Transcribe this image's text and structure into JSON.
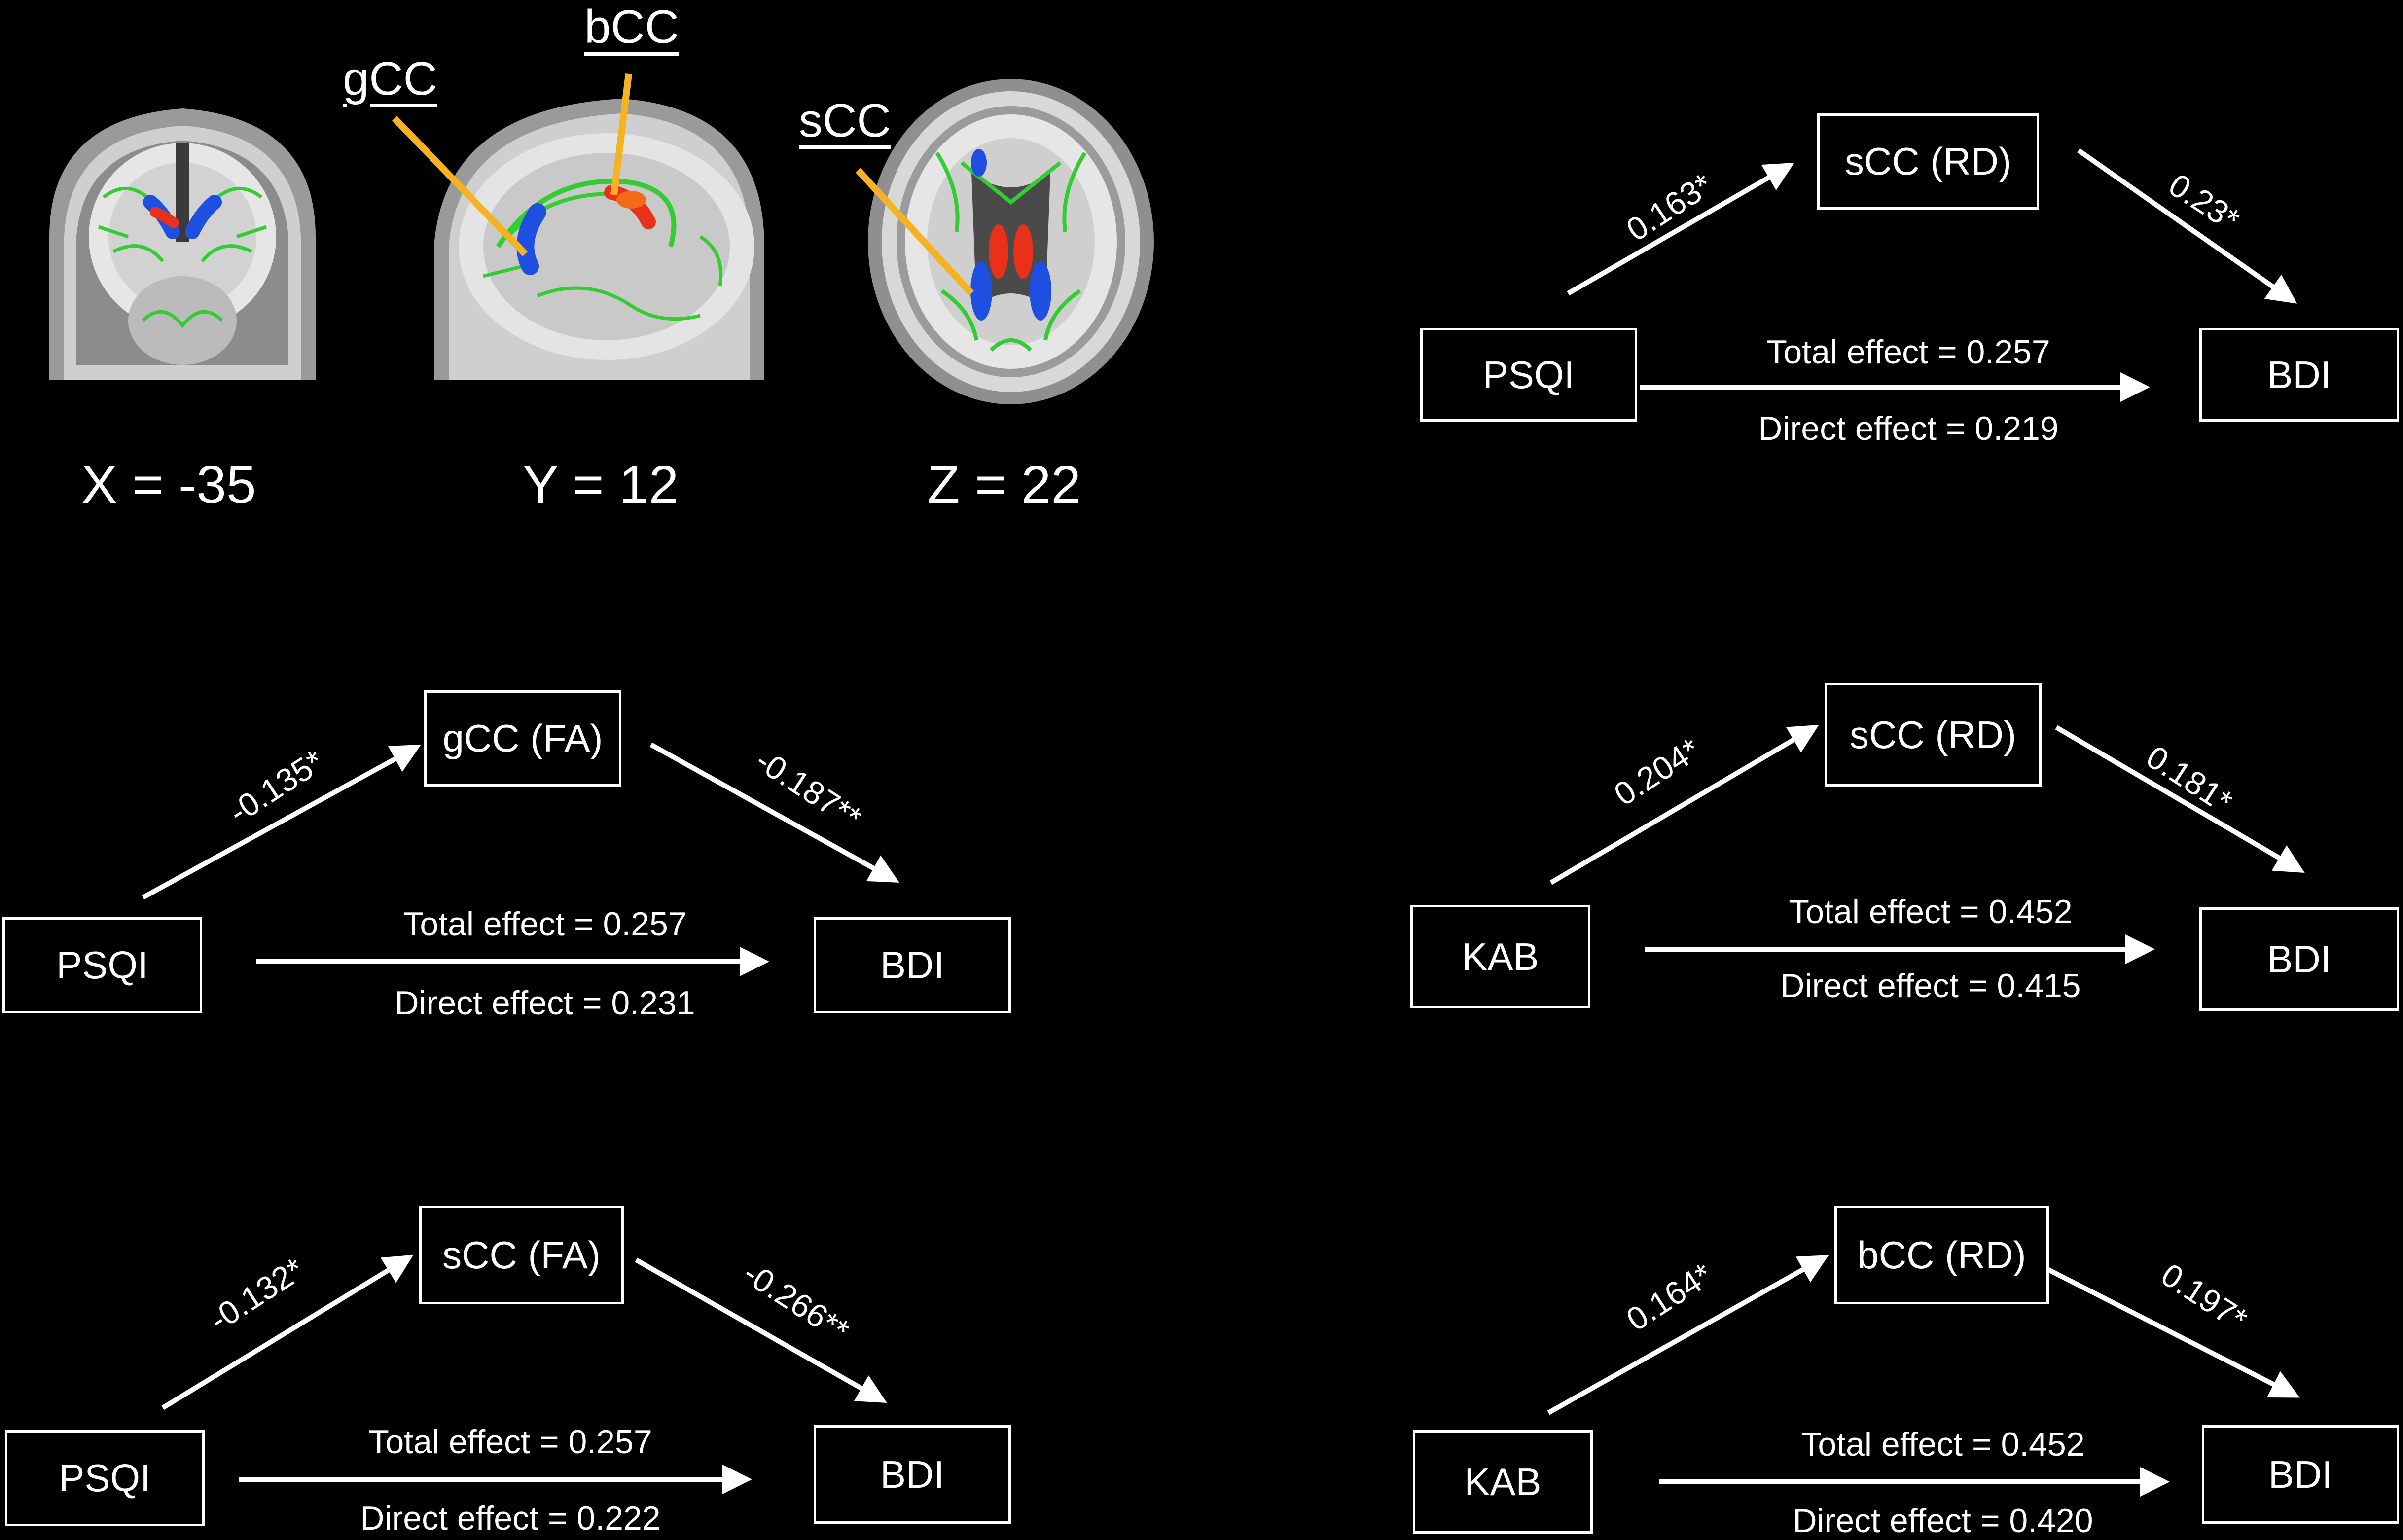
{
  "brain": {
    "coords": [
      "X = -35",
      "Y = 12",
      "Z = 22"
    ],
    "roi_labels": {
      "gcc": "gCC",
      "bcc": "bCC",
      "scc": "sCC"
    }
  },
  "colors": {
    "background": "#000000",
    "arrow": "#ffffff",
    "roi_pointer": "#f5b324",
    "tract_green": "#33cc33",
    "roi_blue": "#1f4fe0",
    "roi_red": "#e8301a"
  },
  "models": [
    {
      "id": "m1",
      "x_var": "PSQI",
      "mediator": "sCC (RD)",
      "y_var": "BDI",
      "a": "0.163*",
      "b": "0.23*",
      "total": "Total effect = 0.257",
      "direct": "Direct effect = 0.219"
    },
    {
      "id": "m2",
      "x_var": "PSQI",
      "mediator": "gCC (FA)",
      "y_var": "BDI",
      "a": "-0.135*",
      "b": "-0.187**",
      "total": "Total effect = 0.257",
      "direct": "Direct effect = 0.231"
    },
    {
      "id": "m3",
      "x_var": "KAB",
      "mediator": "sCC (RD)",
      "y_var": "BDI",
      "a": "0.204*",
      "b": "0.181*",
      "total": "Total effect = 0.452",
      "direct": "Direct effect = 0.415"
    },
    {
      "id": "m4",
      "x_var": "PSQI",
      "mediator": "sCC (FA)",
      "y_var": "BDI",
      "a": "-0.132*",
      "b": "-0.266**",
      "total": "Total effect = 0.257",
      "direct": "Direct effect = 0.222"
    },
    {
      "id": "m5",
      "x_var": "KAB",
      "mediator": "bCC (RD)",
      "y_var": "BDI",
      "a": "0.164*",
      "b": "0.197*",
      "total": "Total effect = 0.452",
      "direct": "Direct effect = 0.420"
    }
  ]
}
